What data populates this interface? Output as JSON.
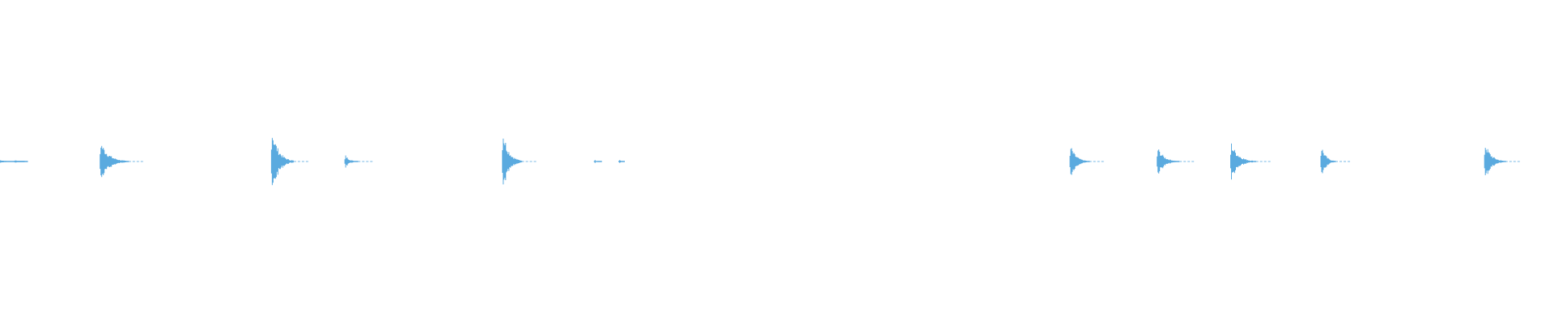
{
  "waveform": {
    "wave_color": "#5aaadf",
    "background_color": "#ffffff",
    "events": [
      {
        "t": 0.0,
        "amp": 0.01,
        "decay": 0.018,
        "kind": "faint"
      },
      {
        "t": 0.01,
        "amp": 0.01,
        "decay": 0.006,
        "kind": "faint"
      },
      {
        "t": 0.066,
        "amp": 0.13,
        "decay": 0.018,
        "kind": "burst"
      },
      {
        "t": 0.178,
        "amp": 0.21,
        "decay": 0.014,
        "kind": "burst"
      },
      {
        "t": 0.226,
        "amp": 0.04,
        "decay": 0.008,
        "kind": "blip"
      },
      {
        "t": 0.329,
        "amp": 0.2,
        "decay": 0.012,
        "kind": "burst"
      },
      {
        "t": 0.389,
        "amp": 0.01,
        "decay": 0.004,
        "kind": "faint"
      },
      {
        "t": 0.405,
        "amp": 0.01,
        "decay": 0.003,
        "kind": "faint"
      },
      {
        "t": 0.7,
        "amp": 0.1,
        "decay": 0.012,
        "kind": "burst"
      },
      {
        "t": 0.757,
        "amp": 0.09,
        "decay": 0.014,
        "kind": "burst"
      },
      {
        "t": 0.805,
        "amp": 0.12,
        "decay": 0.016,
        "kind": "burst"
      },
      {
        "t": 0.864,
        "amp": 0.1,
        "decay": 0.009,
        "kind": "burst"
      },
      {
        "t": 0.971,
        "amp": 0.12,
        "decay": 0.013,
        "kind": "burst"
      }
    ]
  }
}
